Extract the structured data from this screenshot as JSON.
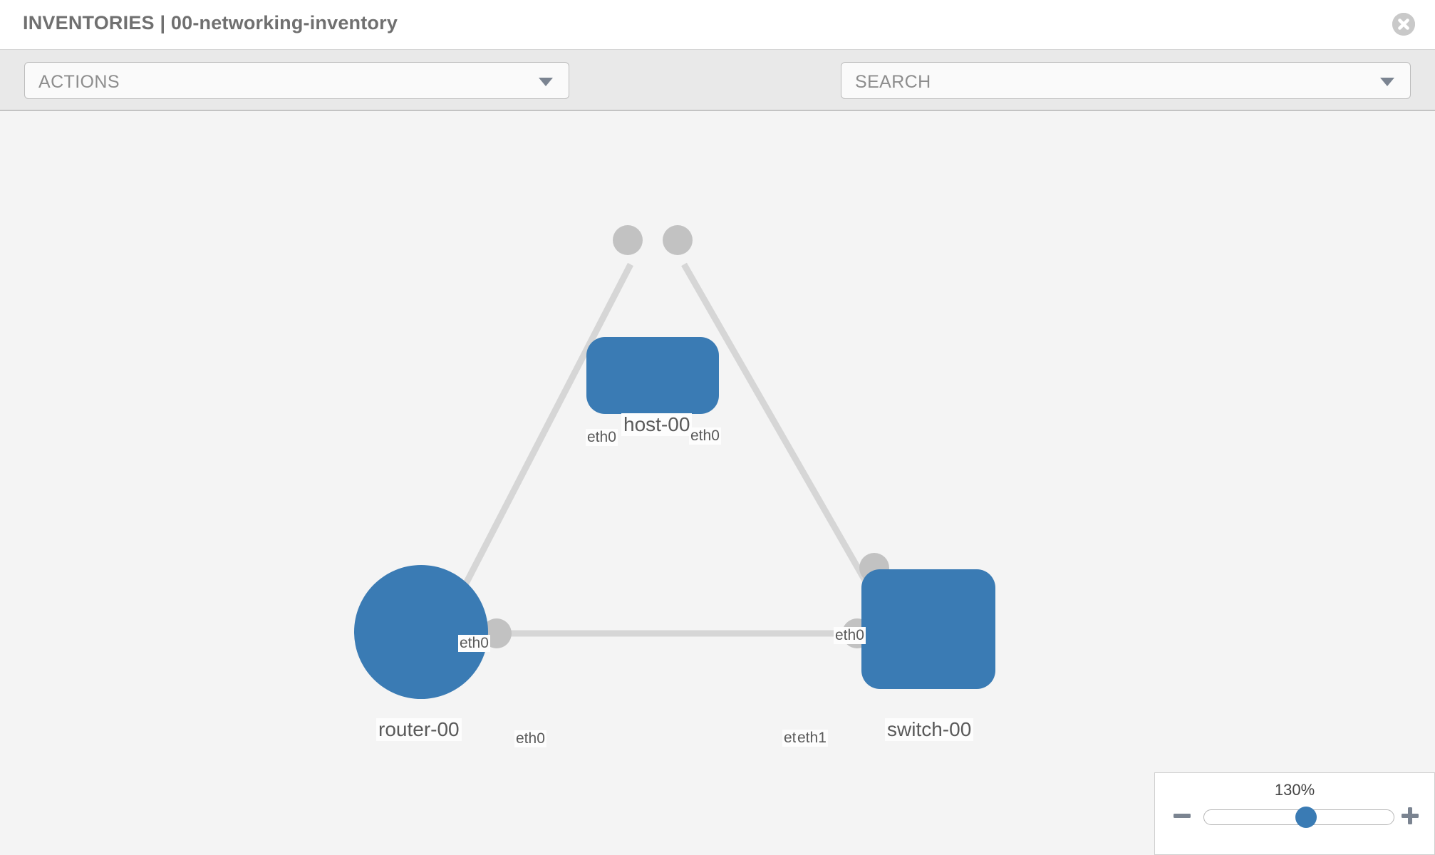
{
  "header": {
    "title": "INVENTORIES | 00-networking-inventory",
    "close_icon": "close-circle-icon"
  },
  "toolbar": {
    "actions": {
      "label": "ACTIONS",
      "caret_icon": "chevron-down-icon"
    },
    "wrench_icon": "wrench-icon",
    "key_icon": "key-icon",
    "search": {
      "label": "SEARCH",
      "placeholder": "SEARCH",
      "caret_icon": "chevron-down-icon"
    }
  },
  "topology": {
    "accent_color": "#3a7bb4",
    "link_color": "#d6d6d6",
    "endpoint_color": "#c2c2c2",
    "canvas_background": "#f4f4f4",
    "nodes": [
      {
        "id": "host-00",
        "label": "host-00",
        "type": "host",
        "icon": "server-rack-icon"
      },
      {
        "id": "router-00",
        "label": "router-00",
        "type": "router",
        "icon": "router-arrows-icon"
      },
      {
        "id": "switch-00",
        "label": "switch-00",
        "type": "switch",
        "icon": "switch-arrows-icon"
      }
    ],
    "links": [
      {
        "from": "host-00",
        "from_port": "eth0",
        "to": "router-00",
        "to_port": "eth0"
      },
      {
        "from": "host-00",
        "from_port": "eth0",
        "to": "switch-00",
        "to_port": "eth0"
      },
      {
        "from": "router-00",
        "from_port": "eth0",
        "to": "switch-00",
        "to_port": "eth1"
      }
    ],
    "port_labels": {
      "host_left": "eth0",
      "host_right": "eth0",
      "router_up": "eth0",
      "switch_up": "eth0",
      "router_right": "eth0",
      "switch_left_under": "eth0",
      "switch_left": "eth1"
    }
  },
  "zoom": {
    "value_label": "130%",
    "percent": 130,
    "minus_icon": "minus-icon",
    "plus_icon": "plus-icon",
    "thumb_position_pct": 52
  }
}
